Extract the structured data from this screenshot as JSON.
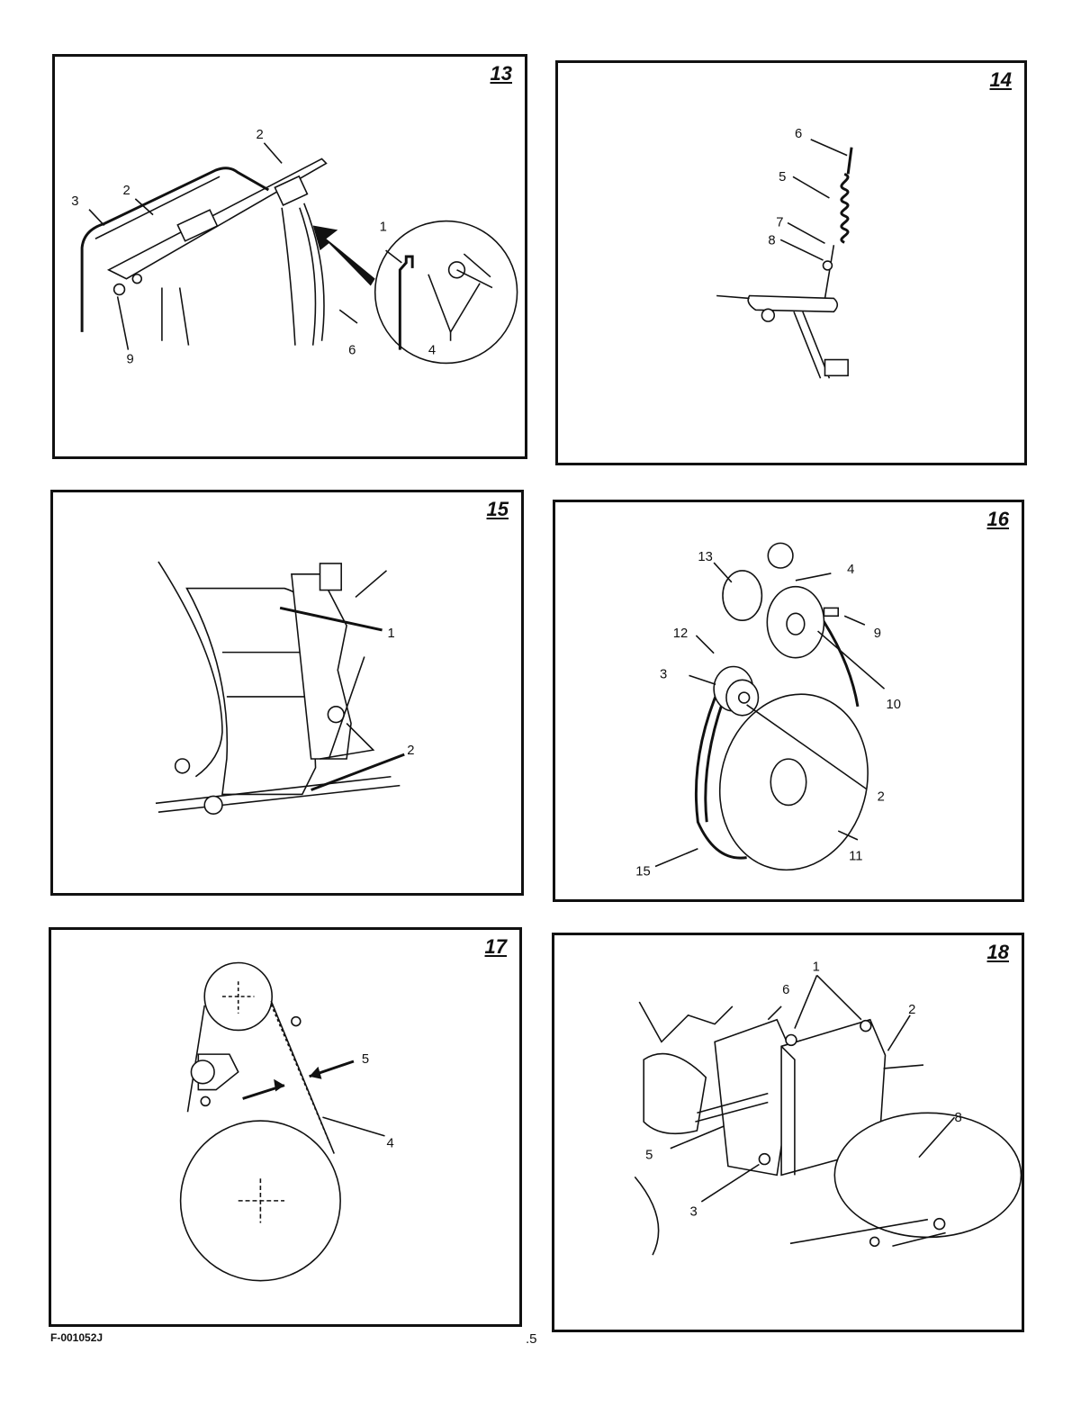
{
  "footer": {
    "code": "F-001052J",
    "page": ".5"
  },
  "figures": [
    {
      "id": "fig13",
      "number": "13",
      "callouts": [
        "1",
        "2",
        "2",
        "3",
        "4",
        "6",
        "9"
      ]
    },
    {
      "id": "fig14",
      "number": "14",
      "callouts": [
        "5",
        "6",
        "7",
        "8"
      ]
    },
    {
      "id": "fig15",
      "number": "15",
      "callouts": [
        "1",
        "2"
      ]
    },
    {
      "id": "fig16",
      "number": "16",
      "callouts": [
        "2",
        "3",
        "4",
        "9",
        "10",
        "11",
        "12",
        "13",
        "15"
      ]
    },
    {
      "id": "fig17",
      "number": "17",
      "callouts": [
        "4",
        "5"
      ]
    },
    {
      "id": "fig18",
      "number": "18",
      "callouts": [
        "1",
        "2",
        "3",
        "5",
        "6",
        "8"
      ]
    }
  ]
}
